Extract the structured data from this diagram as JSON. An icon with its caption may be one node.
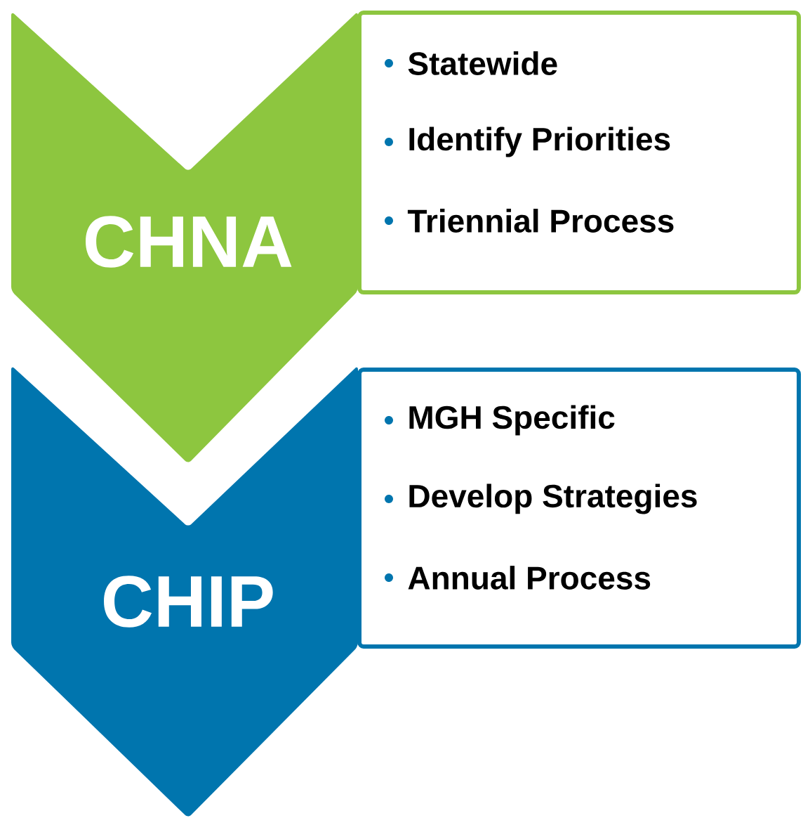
{
  "diagram": {
    "nodes": [
      {
        "text": [
          "CHNA"
        ]
      },
      {
        "text": [
          "Statewide",
          "Identify Priorities",
          "Triennial Process"
        ]
      },
      {
        "text": [
          "CHIP"
        ]
      },
      {
        "text": [
          "MGH Specific",
          "Develop Strategies",
          "Annual Process"
        ]
      }
    ]
  }
}
